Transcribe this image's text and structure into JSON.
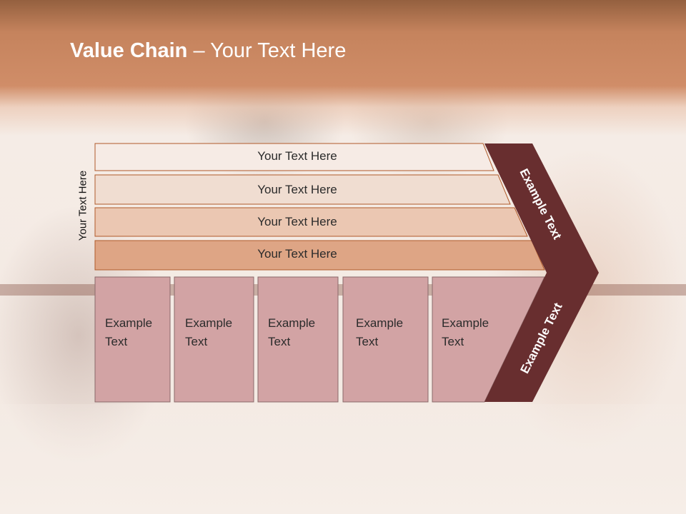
{
  "title": {
    "bold": "Value Chain",
    "rest": " – Your Text Here"
  },
  "side_label": "Your Text Here",
  "bars": [
    {
      "label": "Your Text Here",
      "color": "#f6ebe5"
    },
    {
      "label": "Your Text Here",
      "color": "#f0ddd1"
    },
    {
      "label": "Your Text Here",
      "color": "#ebc7b2"
    },
    {
      "label": "Your Text Here",
      "color": "#dea585"
    }
  ],
  "boxes": [
    {
      "line1": "Example",
      "line2": "Text"
    },
    {
      "line1": "Example",
      "line2": "Text"
    },
    {
      "line1": "Example",
      "line2": "Text"
    },
    {
      "line1": "Example",
      "line2": "Text"
    },
    {
      "line1": "Example",
      "line2": "Text"
    }
  ],
  "chevron_labels": {
    "upper": "Example Text",
    "lower": "Example Text"
  },
  "colors": {
    "header": "#c5835d",
    "box_fill": "#d2a3a4",
    "box_border": "#8a6a6a",
    "chevron": "#682e2f",
    "bar_border": "#b05a2a"
  }
}
